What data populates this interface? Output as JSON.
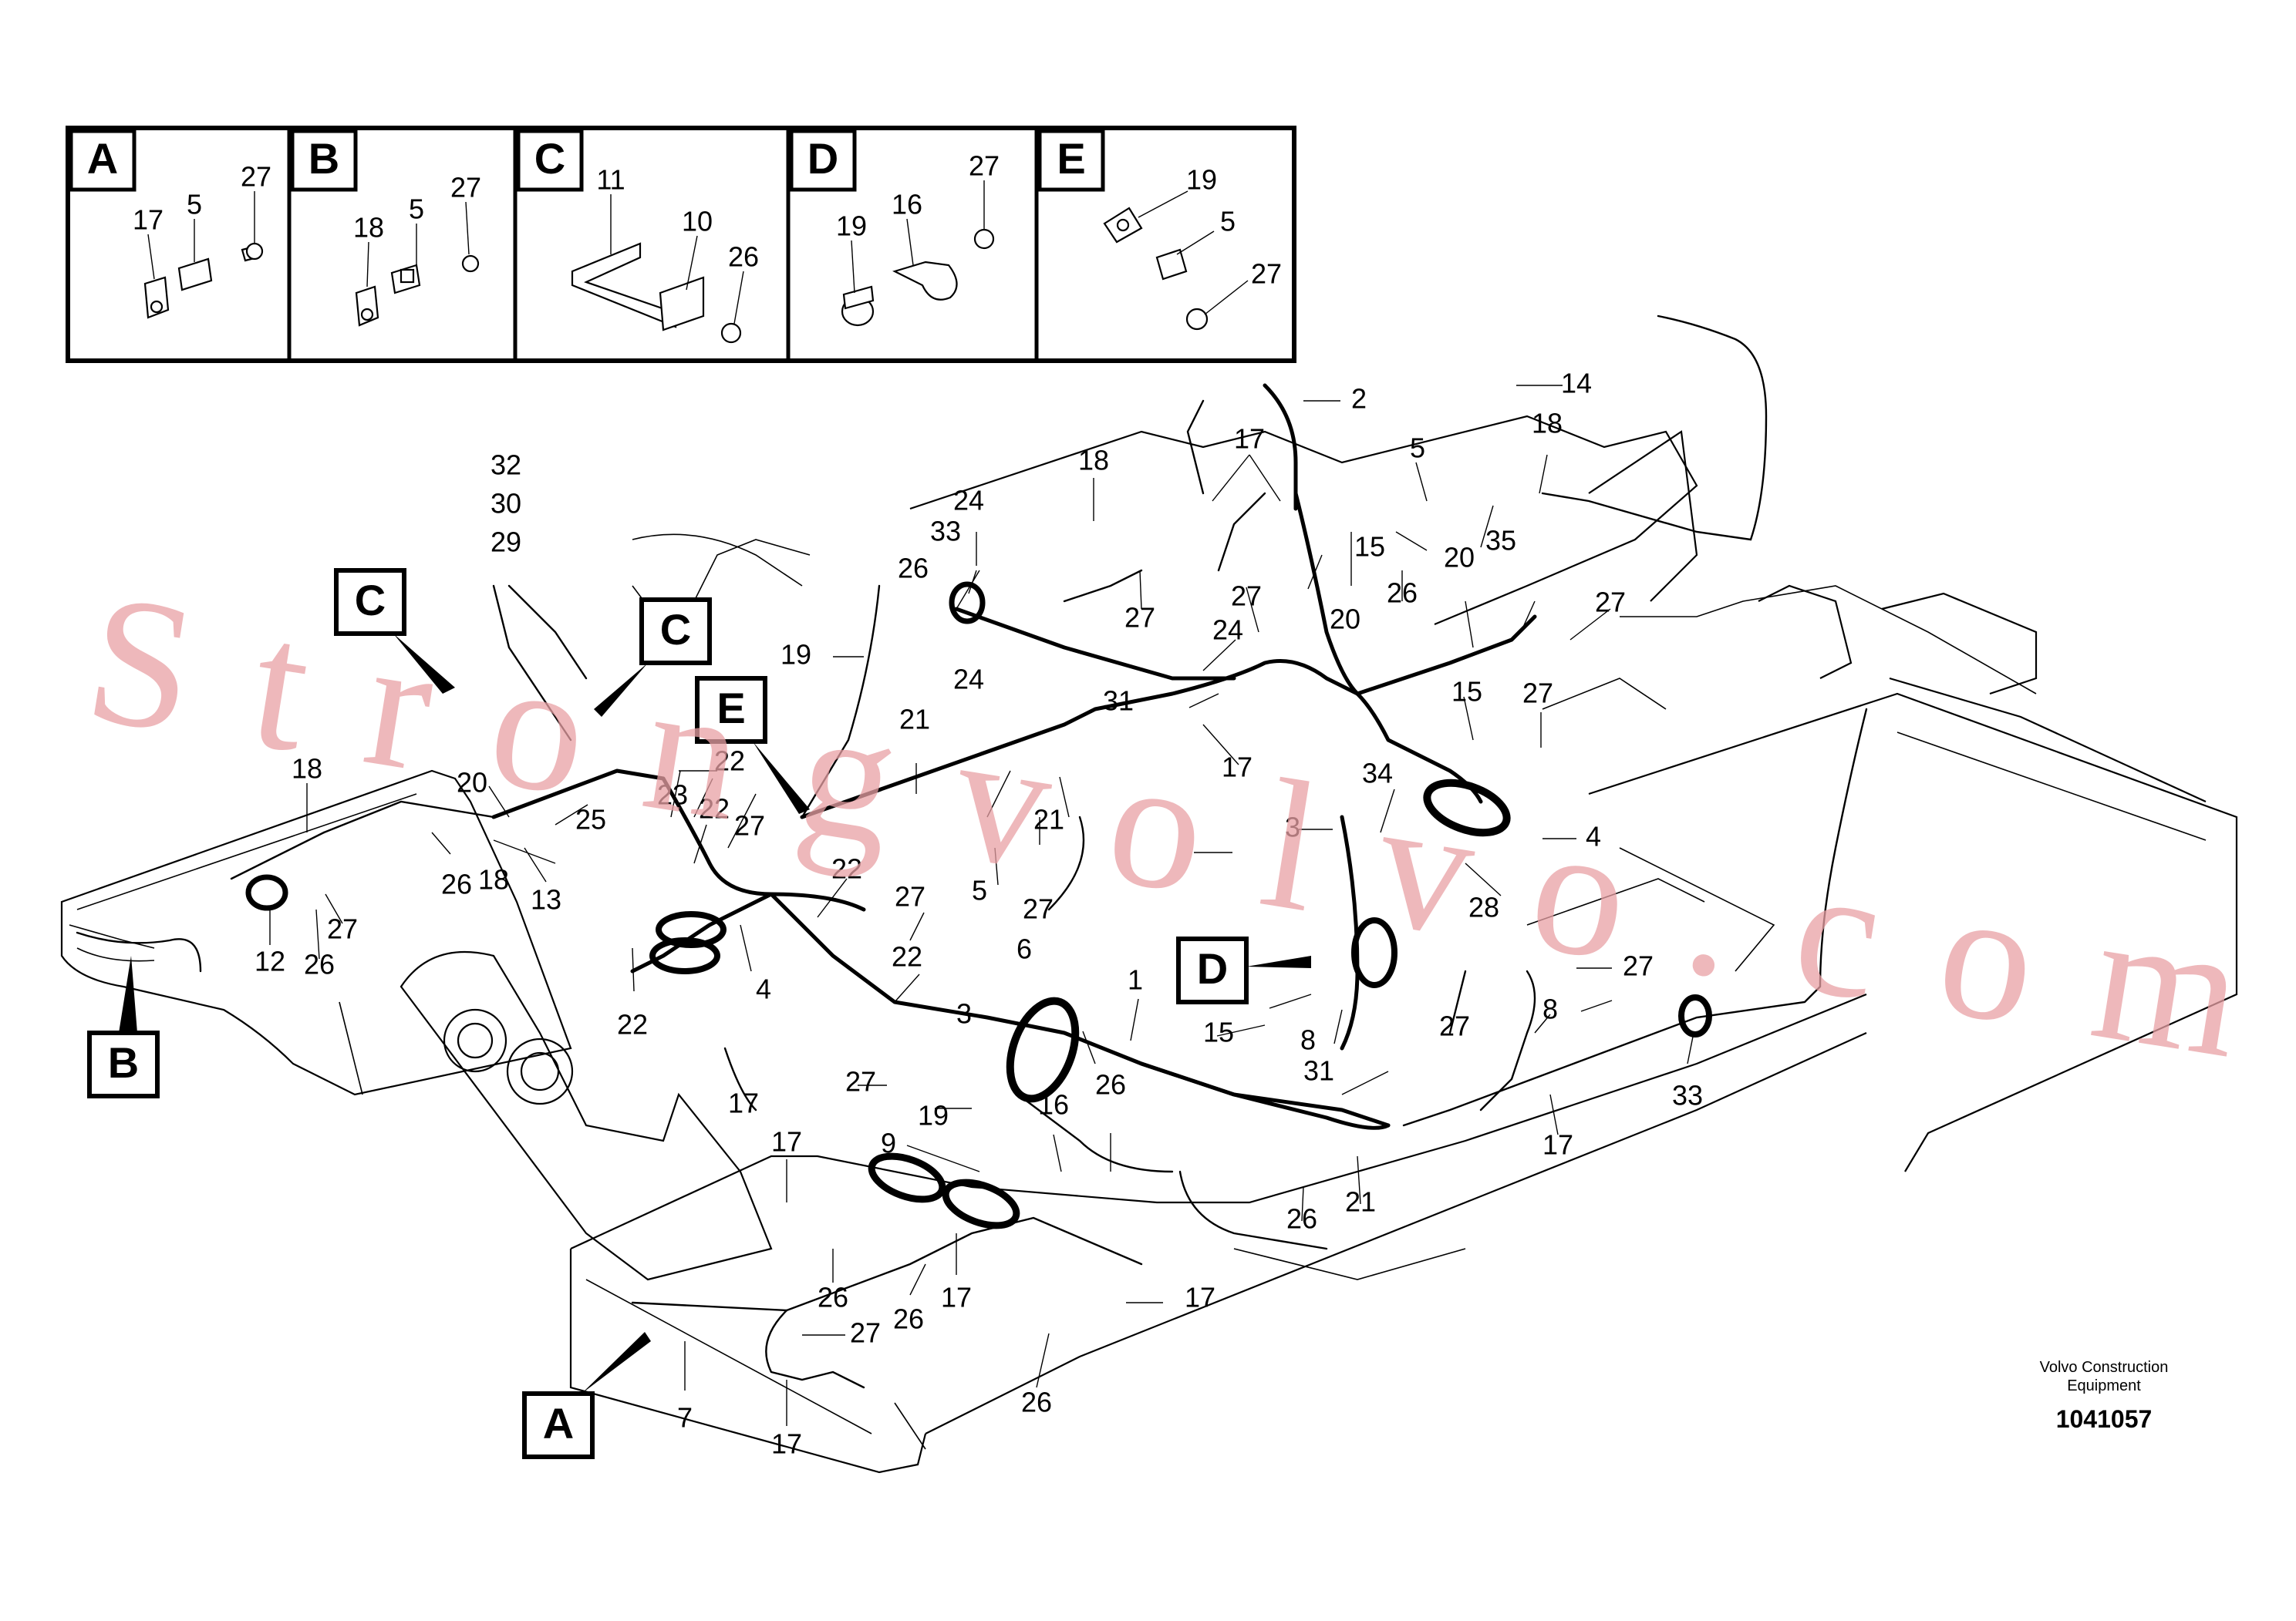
{
  "detail_panels": [
    {
      "letter": "A",
      "parts": [
        "17",
        "5",
        "27"
      ]
    },
    {
      "letter": "B",
      "parts": [
        "18",
        "5",
        "27"
      ]
    },
    {
      "letter": "C",
      "parts": [
        "11",
        "10",
        "26"
      ]
    },
    {
      "letter": "D",
      "parts": [
        "19",
        "16",
        "27"
      ]
    },
    {
      "letter": "E",
      "parts": [
        "19",
        "5",
        "27"
      ]
    }
  ],
  "callouts": [
    "C",
    "C",
    "E",
    "D",
    "B",
    "A"
  ],
  "part_numbers": [
    "2",
    "14",
    "17",
    "18",
    "5",
    "18",
    "24",
    "33",
    "15",
    "26",
    "26",
    "27",
    "27",
    "20",
    "35",
    "27",
    "32",
    "30",
    "29",
    "19",
    "24",
    "20",
    "24",
    "31",
    "17",
    "21",
    "15",
    "27",
    "22",
    "20",
    "25",
    "23",
    "22",
    "27",
    "18",
    "26",
    "18",
    "13",
    "27",
    "12",
    "26",
    "21",
    "34",
    "3",
    "4",
    "28",
    "5",
    "27",
    "22",
    "27",
    "22",
    "22",
    "4",
    "17",
    "1",
    "6",
    "3",
    "15",
    "8",
    "27",
    "8",
    "27",
    "31",
    "33",
    "27",
    "19",
    "9",
    "16",
    "26",
    "21",
    "26",
    "17",
    "17",
    "26",
    "26",
    "17",
    "17",
    "27",
    "7",
    "17",
    "26"
  ],
  "watermark": "Strongvolvo.com",
  "maker": [
    "Volvo Construction",
    "Equipment"
  ],
  "document_number": "1041057"
}
